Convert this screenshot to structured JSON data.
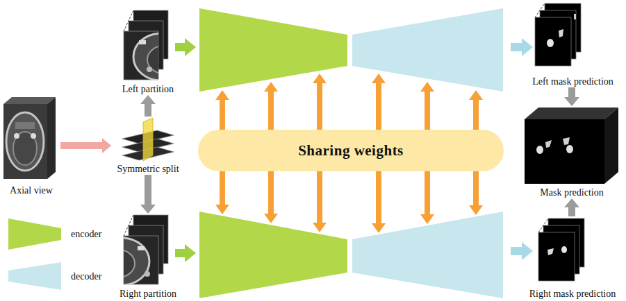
{
  "diagram": {
    "nodes": [
      {
        "text": [
          "Left partition"
        ]
      },
      {
        "text": [
          "Axial view"
        ]
      },
      {
        "text": [
          "Symmetric split"
        ]
      },
      {
        "text": [
          "Sharing weights"
        ]
      },
      {
        "text": [
          "Right partition"
        ]
      },
      {
        "text": [
          "Left mask prediction"
        ]
      },
      {
        "text": [
          "Mask prediction"
        ]
      },
      {
        "text": [
          "Right mask prediction"
        ]
      }
    ],
    "edges": [
      {
        "from": 1,
        "to": 2,
        "arrow": "to"
      },
      {
        "from": 2,
        "to": 0,
        "arrow": "to"
      },
      {
        "from": 2,
        "to": 4,
        "arrow": "to"
      },
      {
        "from": 5,
        "to": 6,
        "arrow": "to"
      },
      {
        "from": 7,
        "to": 6,
        "arrow": "to"
      }
    ],
    "legend": [
      {
        "text": "encoder",
        "color": "#b2d84a"
      },
      {
        "text": "decoder",
        "color": "#c8e6ee"
      }
    ]
  }
}
